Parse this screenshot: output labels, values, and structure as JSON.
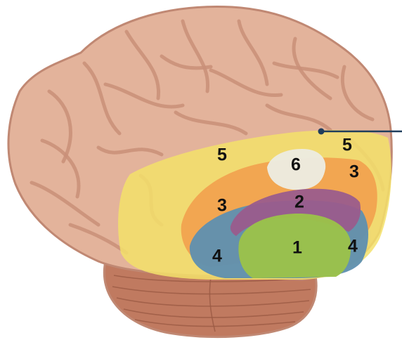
{
  "colors": {
    "background": "#ffffff",
    "cortex": "#e3b39b",
    "cortex_outline": "#c08873",
    "cerebellum": "#c07a60",
    "region_5": "#f3e06a",
    "region_3": "#f2a24e",
    "region_6": "#ecebe0",
    "region_2": "#9a5c8c",
    "region_4": "#5e8fb0",
    "region_1": "#9bc14a",
    "pointer": "#1f3d5c"
  },
  "regions": [
    {
      "id": "5",
      "label": "5",
      "color_key": "region_5"
    },
    {
      "id": "5",
      "label": "5",
      "color_key": "region_5"
    },
    {
      "id": "6",
      "label": "6",
      "color_key": "region_6"
    },
    {
      "id": "3",
      "label": "3",
      "color_key": "region_3"
    },
    {
      "id": "3",
      "label": "3",
      "color_key": "region_3"
    },
    {
      "id": "2",
      "label": "2",
      "color_key": "region_2"
    },
    {
      "id": "4",
      "label": "4",
      "color_key": "region_4"
    },
    {
      "id": "1",
      "label": "1",
      "color_key": "region_1"
    },
    {
      "id": "4",
      "label": "4",
      "color_key": "region_4"
    }
  ]
}
